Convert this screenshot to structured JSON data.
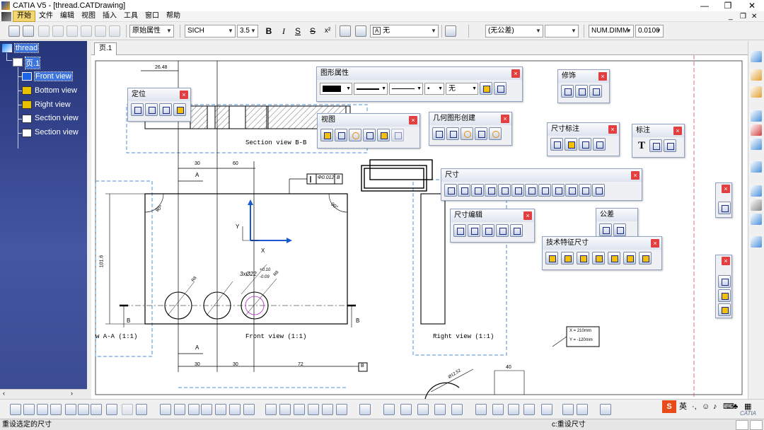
{
  "window": {
    "title": "CATIA V5 - [thread.CATDrawing]",
    "minimize": "—",
    "restore": "❐",
    "close": "✕"
  },
  "menu": {
    "items": [
      "开始",
      "文件",
      "编辑",
      "视图",
      "插入",
      "工具",
      "窗口",
      "帮助"
    ],
    "active_index": 0,
    "mdi_min": "_",
    "mdi_restore": "❐",
    "mdi_close": "✕"
  },
  "toolbar": {
    "style_combo": "原始属性",
    "font_name": "SICH",
    "font_size": "3.5",
    "bold": "B",
    "italic": "I",
    "underline": "S",
    "strike": "S",
    "superscript": "x²",
    "frame_combo": "无",
    "tolerance_combo": "(无公差)",
    "num_combo": "NUM.DIMM",
    "precision_combo": "0.0100",
    "accent_yellow": "#f4d770",
    "tree_bg": "#2c3b82"
  },
  "tree": {
    "root": "thread",
    "sheet": "页.1",
    "views": [
      "Front view",
      "Bottom view",
      "Right view",
      "Section view",
      "Section view"
    ],
    "selected": "Front view"
  },
  "sheet_tab": "页.1",
  "drawing": {
    "dim_26_48": "26.48",
    "dim_30_top": "30",
    "dim_60": "60",
    "tolerance_frame": "Φ0.012",
    "datum_b": "B",
    "section_label": "Section view B-B",
    "angle_90_left": "90°",
    "angle_90_right": "90°",
    "axis_y": "Y",
    "axis_x": "X",
    "dim_height": "101.6",
    "hole_callout": "3xØ22",
    "hole_tol_plus": "+0.10",
    "hole_tol_minus": "-0.09",
    "radius_r8_1": "R8",
    "radius_r8_2": "R8",
    "label_a_top": "A",
    "label_a_bottom": "A",
    "label_b_left": "B",
    "label_b_right": "B",
    "view_left": "w A-A  (1:1)",
    "view_front": "Front view  (1:1)",
    "view_right": "Right view  (1:1)",
    "dim_30_a": "30",
    "dim_30_b": "30",
    "dim_72": "72",
    "datum_b_box": "B",
    "coord_x": "X = 210mm",
    "coord_y": "Y = -120mm",
    "dim_40": "40",
    "dim_diag": "Ø12.52"
  },
  "panels": {
    "shape_props": {
      "title": "图形属性",
      "color": "#000000",
      "fill_combo": "无"
    },
    "position": {
      "title": "定位"
    },
    "view": {
      "title": "视图"
    },
    "geometry": {
      "title": "几何图形创建"
    },
    "modify": {
      "title": "修饰"
    },
    "dim_marks": {
      "title": "尺寸标注"
    },
    "annotation": {
      "title": "标注",
      "text_icon": "T"
    },
    "dimension": {
      "title": "尺寸"
    },
    "dim_edit": {
      "title": "尺寸编辑"
    },
    "tolerance": {
      "title": "公差"
    },
    "tech_dim": {
      "title": "技术特征尺寸"
    },
    "close_glyph": "×"
  },
  "status": {
    "message": "重设选定的尺寸",
    "command": "c:重设尺寸"
  },
  "ime": {
    "lang": "英",
    "brand": "CATIA"
  }
}
